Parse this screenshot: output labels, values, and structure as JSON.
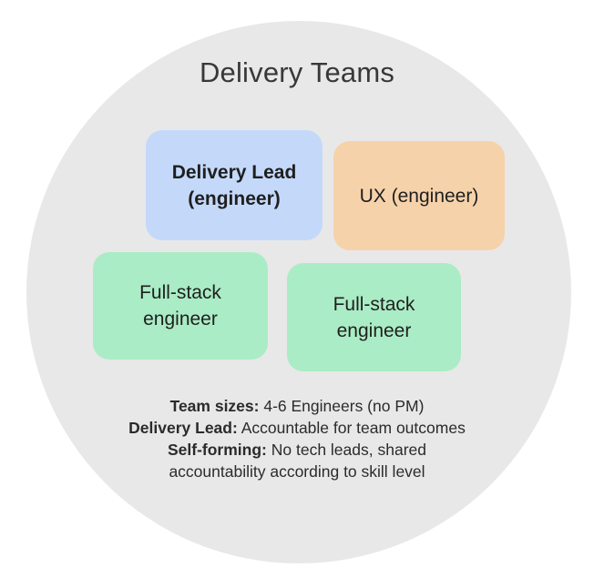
{
  "title": "Delivery Teams",
  "boxes": [
    {
      "name": "delivery-lead",
      "lines": [
        "Delivery Lead",
        "(engineer)"
      ],
      "emphasis": "bold",
      "fill": "#c4d9fa"
    },
    {
      "name": "ux",
      "lines": [
        "UX (engineer)"
      ],
      "emphasis": "normal",
      "fill": "#f6d2aa"
    },
    {
      "name": "full-stack-1",
      "lines": [
        "Full-stack",
        "engineer"
      ],
      "emphasis": "normal",
      "fill": "#aaecc5"
    },
    {
      "name": "full-stack-2",
      "lines": [
        "Full-stack",
        "engineer"
      ],
      "emphasis": "normal",
      "fill": "#aaecc5"
    }
  ],
  "notes": [
    {
      "label": "Team sizes:",
      "lines": [
        "4-6 Engineers (no PM)"
      ]
    },
    {
      "label": "Delivery Lead:",
      "lines": [
        "Accountable for team outcomes"
      ]
    },
    {
      "label": "Self-forming:",
      "lines": [
        "No tech leads, shared",
        "accountability according to skill level"
      ]
    }
  ],
  "colors": {
    "background": "#ffffff",
    "circle_fill": "#e8e8e8",
    "delivery_lead_fill": "#c4d9fa",
    "ux_fill": "#f6d2aa",
    "fullstack_fill": "#aaecc5",
    "title_text": "#383838",
    "body_text": "#2b2b2b"
  }
}
